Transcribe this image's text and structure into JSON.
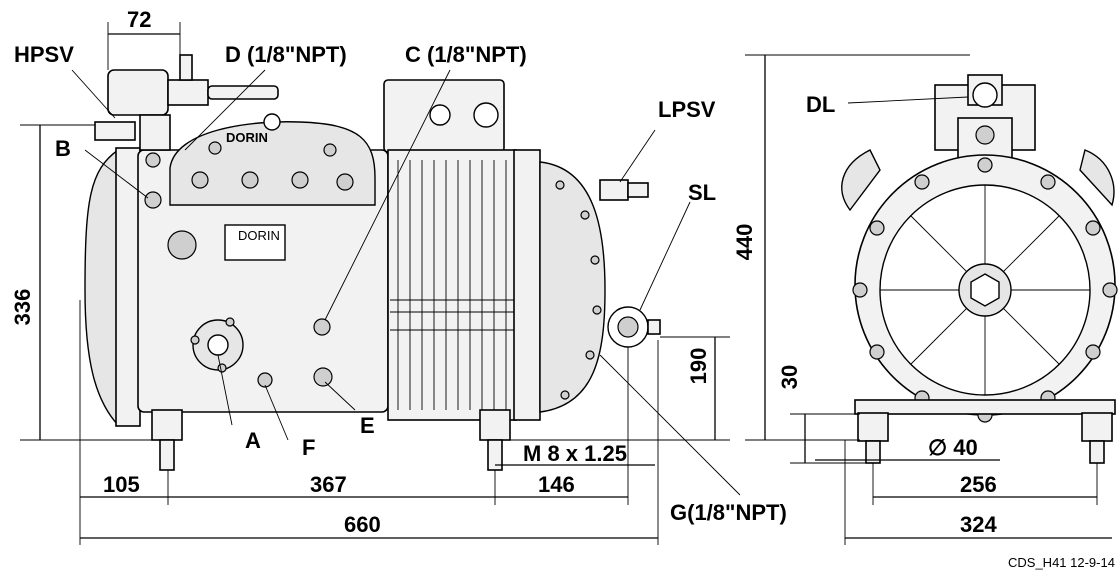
{
  "callouts": {
    "hpsv": "HPSV",
    "d_port": "D (1/8\"NPT)",
    "c_port": "C (1/8\"NPT)",
    "b": "B",
    "lpsv": "LPSV",
    "sl": "SL",
    "dl": "DL",
    "a": "A",
    "f": "F",
    "e": "E",
    "g_port": "G(1/8\"NPT)"
  },
  "dimensions": {
    "d72": "72",
    "d336": "336",
    "d440": "440",
    "d190": "190",
    "d30": "30",
    "d105": "105",
    "d367": "367",
    "d146": "146",
    "d660": "660",
    "thread": "M 8 x 1.25",
    "dia40": "∅ 40",
    "d256": "256",
    "d324": "324"
  },
  "branding": {
    "head": "DORIN",
    "plate": "DORIN"
  },
  "footer": {
    "code": "CDS_H41 12-9-14"
  }
}
